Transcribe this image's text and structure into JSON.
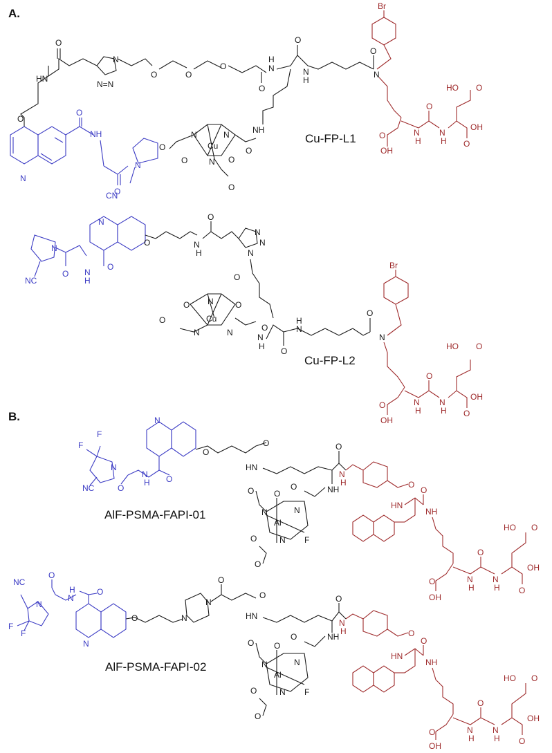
{
  "figure": {
    "panels": [
      {
        "label": "A.",
        "compounds": [
          "Cu-FP-L1",
          "Cu-FP-L2"
        ]
      },
      {
        "label": "B.",
        "compounds": [
          "AlF-PSMA-FAPI-01",
          "AlF-PSMA-FAPI-02"
        ]
      }
    ],
    "compounds": {
      "cu_fp_l1": "Cu-FP-L1",
      "cu_fp_l2": "Cu-FP-L2",
      "alf_01": "AlF-PSMA-FAPI-01",
      "alf_02": "AlF-PSMA-FAPI-02"
    },
    "colors": {
      "fapi_moiety": "#3b3bc4",
      "psma_moiety": "#9e2a2b",
      "linker_chelator": "#1a1a1a"
    },
    "atoms": {
      "O": "O",
      "N": "N",
      "NH": "NH",
      "HN": "HN",
      "H": "H",
      "Cu": "Cu",
      "Al": "Al",
      "F": "F",
      "Br": "Br",
      "OH": "OH",
      "HO": "HO",
      "CN": "CN",
      "NC": "NC"
    }
  }
}
